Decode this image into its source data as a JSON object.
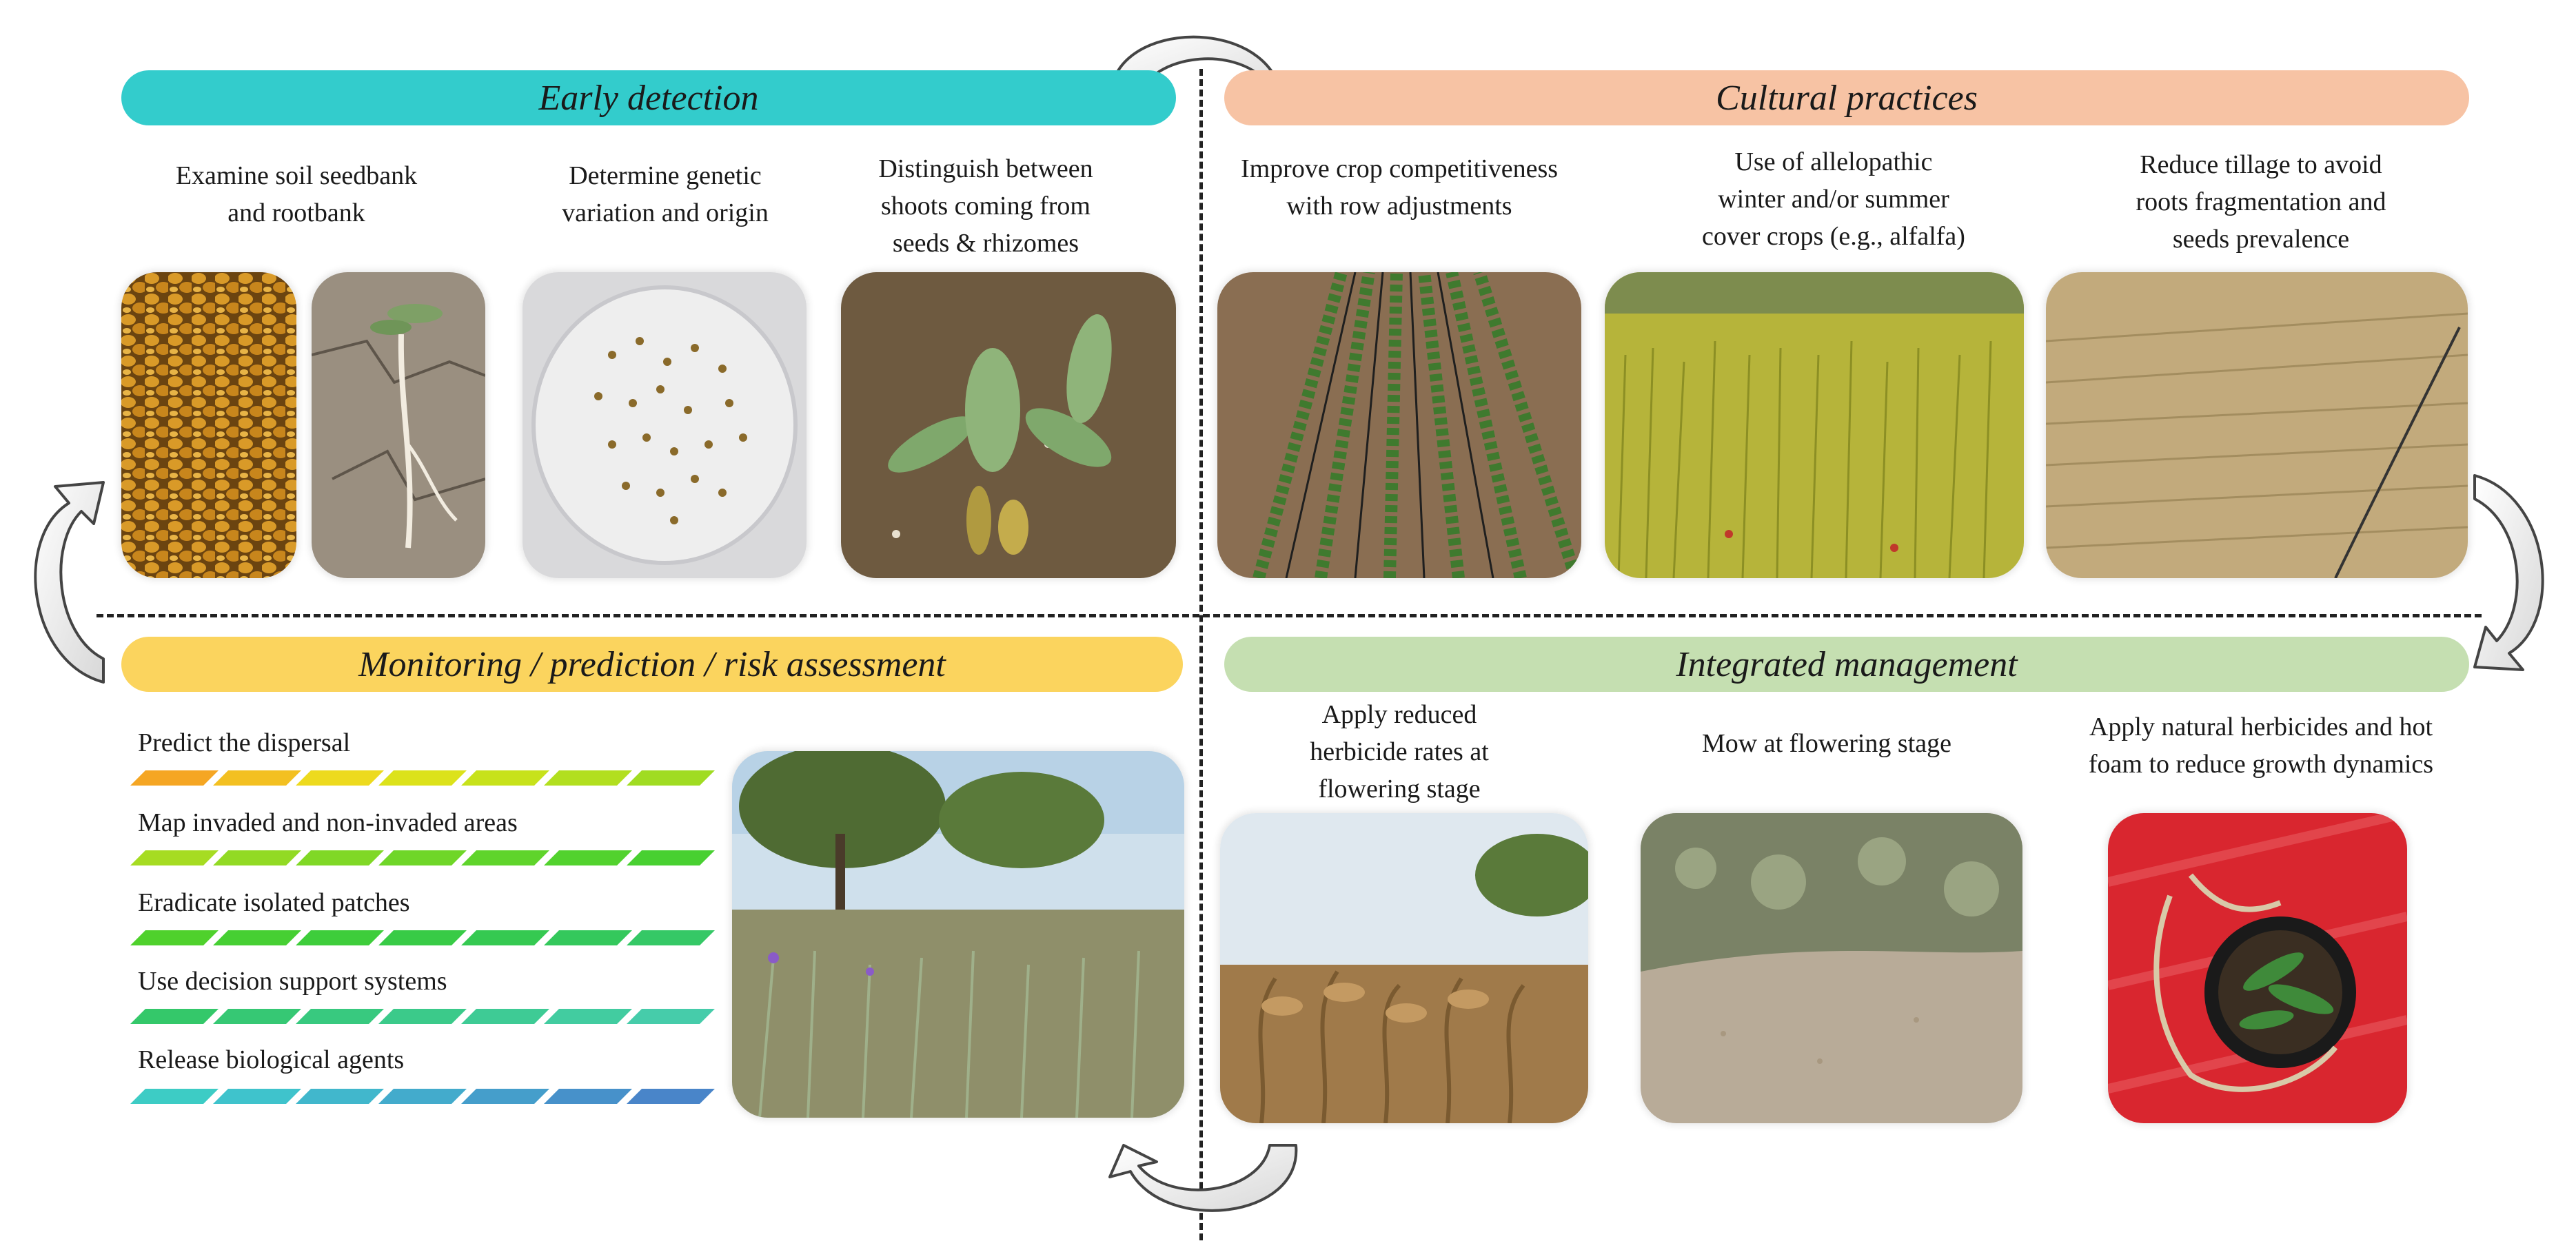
{
  "quadrants": {
    "early_detection": {
      "title": "Early detection",
      "color": "#33CCCC",
      "items": [
        {
          "lines": [
            "Examine soil seedbank",
            "and rootbank"
          ]
        },
        {
          "lines": [
            "Determine genetic",
            "variation and origin"
          ]
        },
        {
          "lines": [
            "Distinguish between",
            "shoots coming from",
            "seeds & rhizomes"
          ]
        }
      ]
    },
    "cultural_practices": {
      "title": "Cultural practices",
      "color": "#F7C3A4",
      "items": [
        {
          "lines": [
            "Improve crop competitiveness",
            "with row adjustments"
          ]
        },
        {
          "lines": [
            "Use of allelopathic",
            "winter and/or summer",
            "cover crops (e.g., alfalfa)"
          ]
        },
        {
          "lines": [
            "Reduce tillage to avoid",
            "roots fragmentation and",
            "seeds prevalence"
          ]
        }
      ]
    },
    "monitoring": {
      "title": "Monitoring / prediction / risk assessment",
      "color": "#FBD45E",
      "items": [
        {
          "label": "Predict the dispersal",
          "colors": [
            "#F5A623",
            "#F3C021",
            "#EDDA1E",
            "#DCE21B",
            "#C7E21B",
            "#B2DF1F",
            "#A0DC22"
          ]
        },
        {
          "label": "Map invaded and non-invaded areas",
          "colors": [
            "#A6DC22",
            "#92DA24",
            "#80D826",
            "#6FD628",
            "#5FD42B",
            "#52D22E",
            "#48D031"
          ]
        },
        {
          "label": "Eradicate isolated patches",
          "colors": [
            "#4FD12C",
            "#46CF33",
            "#3ECD3B",
            "#38CB46",
            "#35C951",
            "#34C85C",
            "#35C866"
          ]
        },
        {
          "label": "Use decision support systems",
          "colors": [
            "#34C86A",
            "#36C874",
            "#38C97F",
            "#3BCA8A",
            "#3ECB95",
            "#42CCA0",
            "#46CCAA"
          ]
        },
        {
          "label": "Release biological agents",
          "colors": [
            "#3DCCC5",
            "#3FC3CC",
            "#41B7CC",
            "#43ABCC",
            "#459ECB",
            "#4791CA",
            "#4985C9"
          ]
        }
      ]
    },
    "integrated": {
      "title": "Integrated management",
      "color": "#C5DFB1",
      "items": [
        {
          "lines": [
            "Apply reduced",
            "herbicide rates at",
            "flowering stage"
          ]
        },
        {
          "lines": [
            "Mow at flowering stage"
          ]
        },
        {
          "lines": [
            "Apply natural herbicides and hot",
            "foam to reduce growth dynamics"
          ]
        }
      ]
    }
  }
}
